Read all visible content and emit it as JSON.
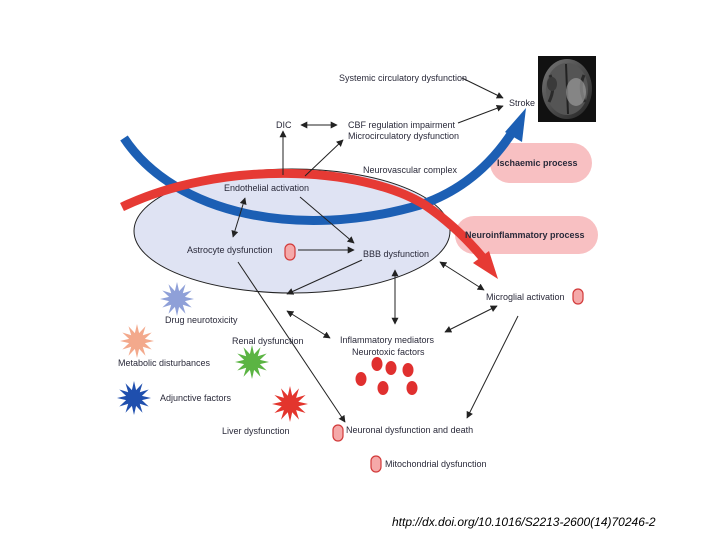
{
  "labels": {
    "systemic_circulatory": "Systemic circulatory dysfunction",
    "stroke": "Stroke",
    "dic": "DIC",
    "cbf_regulation": "CBF regulation impairment",
    "microcirculatory": "Microcirculatory dysfunction",
    "neurovascular_complex": "Neurovascular complex",
    "ischaemic_process": "Ischaemic process",
    "endothelial_activation": "Endothelial activation",
    "neuroinflammatory_process": "Neuroinflammatory process",
    "astrocyte_dysfunction": "Astrocyte dysfunction",
    "bbb_dysfunction": "BBB dysfunction",
    "microglial_activation": "Microglial activation",
    "drug_neurotoxicity": "Drug neurotoxicity",
    "renal_dysfunction": "Renal dysfunction",
    "metabolic_disturbances": "Metabolic disturbances",
    "inflammatory_mediators": "Inflammatory mediators",
    "neurotoxic_factors": "Neurotoxic factors",
    "adjunctive_factors": "Adjunctive factors",
    "liver_dysfunction": "Liver dysfunction",
    "neuronal_dysfunction": "Neuronal dysfunction and death",
    "mitochondrial_dysfunction": "Mitochondrial dysfunction"
  },
  "doi": "http://dx.doi.org/10.1016/S2213-2600(14)70246-2",
  "colors": {
    "blue_arrow": "#1c5fb4",
    "red_arrow": "#e63a34",
    "ellipse_fill": "#dfe3f3",
    "pink_pill": "#f8c0c2",
    "cell_fill": "#f5a9a9",
    "cell_stroke": "#d23a3a",
    "factor_dot": "#e0302f",
    "star_drug": "#8fa0d8",
    "star_renal": "#5bb443",
    "star_metabolic": "#f3a98c",
    "star_adjunctive": "#1f4fae",
    "star_liver": "#e3352d"
  },
  "icons": [
    "mri-brain-scan-icon",
    "star-burst-icon",
    "cell-icon"
  ]
}
